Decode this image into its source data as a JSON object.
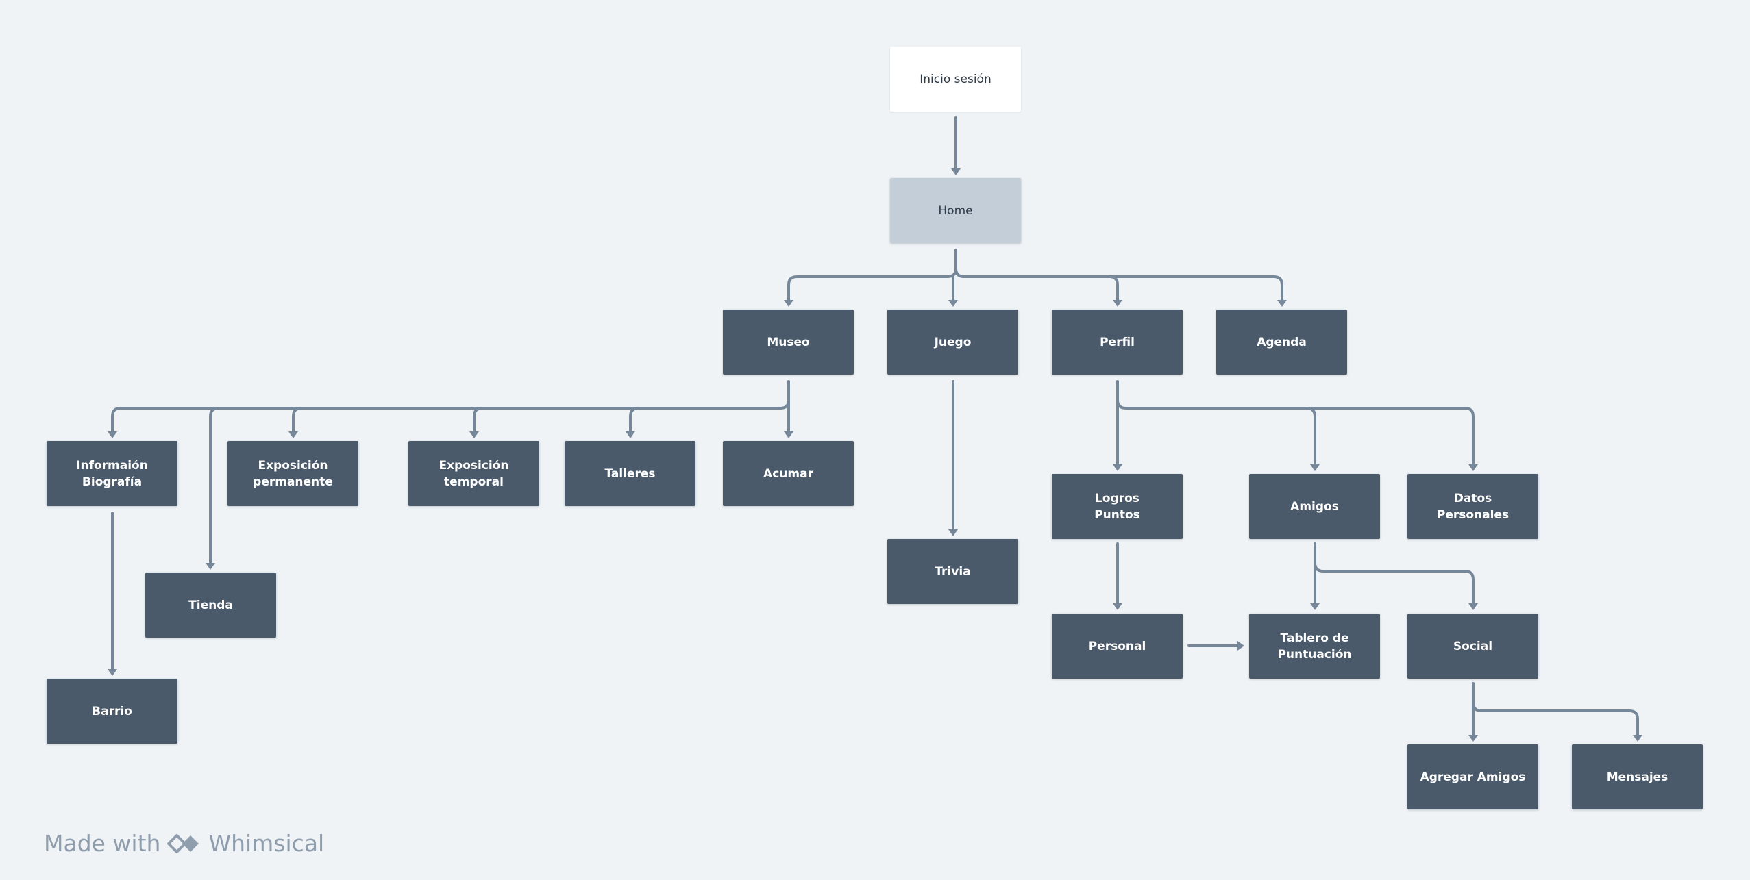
{
  "colors": {
    "background": "#eff3f6",
    "node_dark": "#4a5a6a",
    "node_light": "#c3ced8",
    "node_white": "#ffffff",
    "connector": "#76879a",
    "watermark": "#8f9dac"
  },
  "nodes": {
    "inicio": "Inicio sesión",
    "home": "Home",
    "museo": "Museo",
    "juego": "Juego",
    "perfil": "Perfil",
    "agenda": "Agenda",
    "informaion": "Informaión\nBiografía",
    "exposicion_permanente": "Exposición\npermanente",
    "exposicion_temporal": "Exposición\ntemporal",
    "talleres": "Talleres",
    "acumar": "Acumar",
    "tienda": "Tienda",
    "barrio": "Barrio",
    "trivia": "Trivia",
    "logros": "Logros\nPuntos",
    "amigos": "Amigos",
    "datos": "Datos\nPersonales",
    "personal": "Personal",
    "tablero": "Tablero de\nPuntuación",
    "social": "Social",
    "agregar": "Agregar Amigos",
    "mensajes": "Mensajes"
  },
  "watermark": {
    "prefix": "Made with",
    "brand": "Whimsical"
  }
}
